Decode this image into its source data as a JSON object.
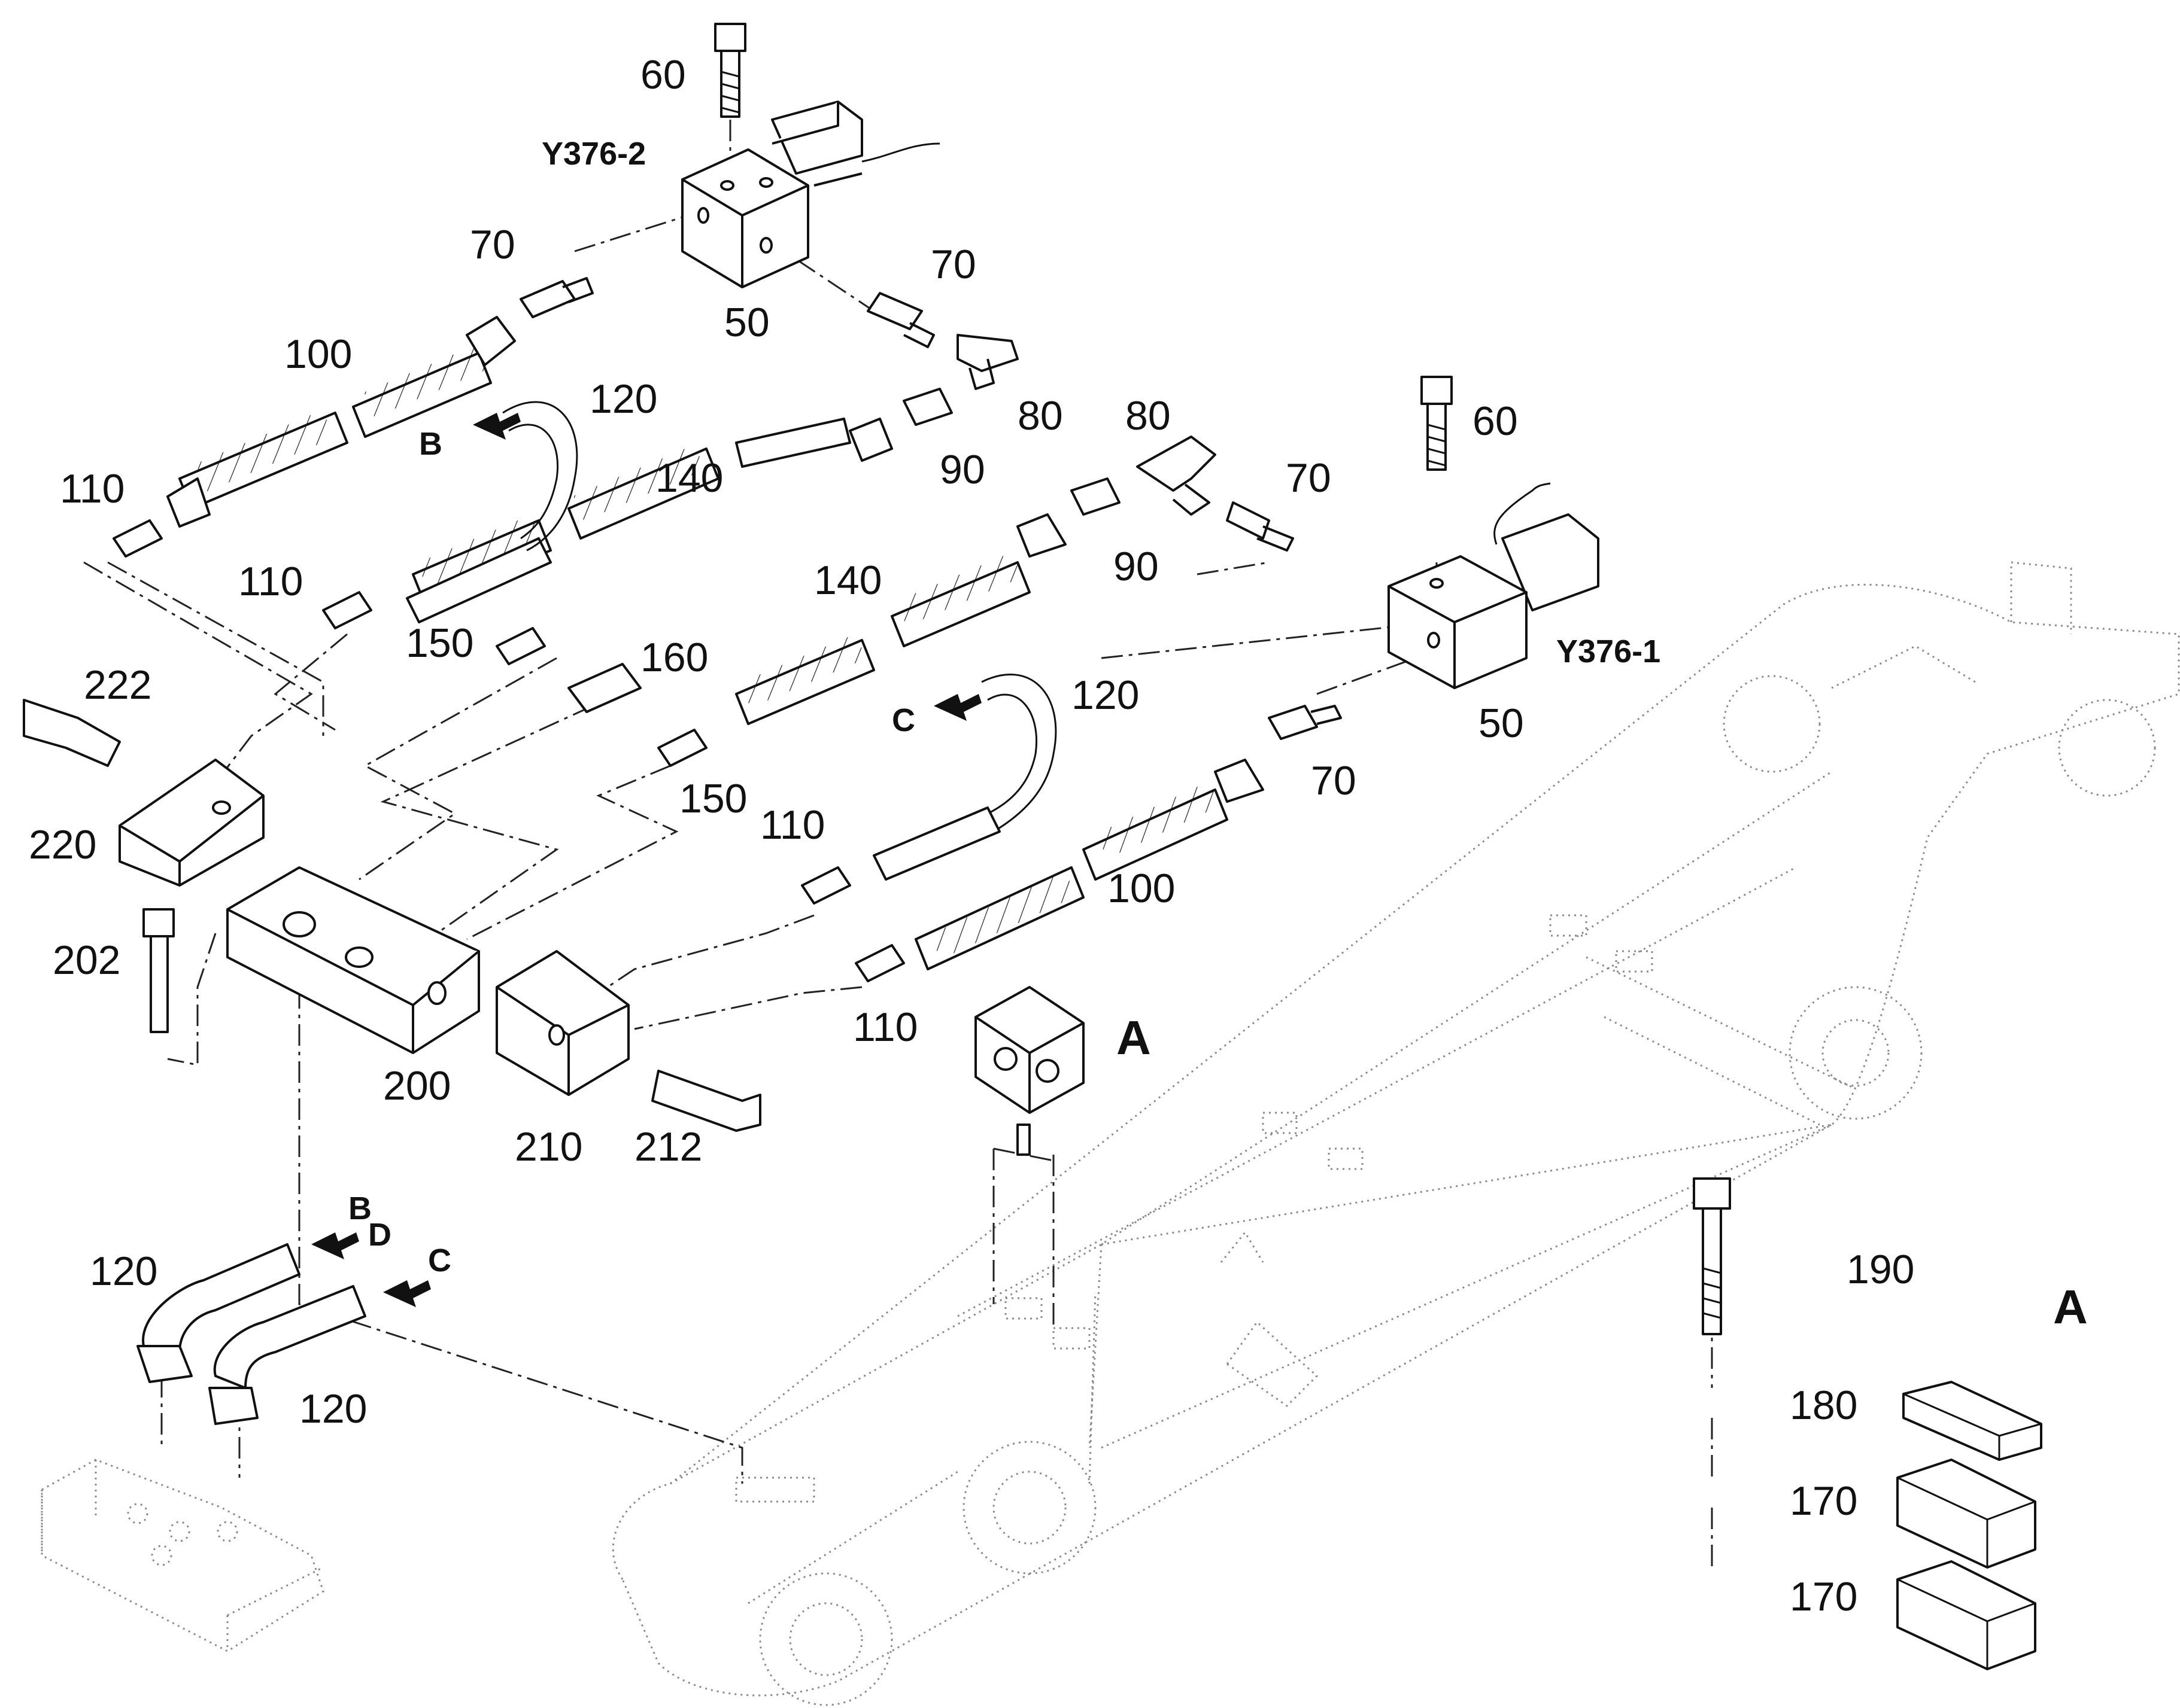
{
  "diagram": {
    "callouts": {
      "n60_top": "60",
      "y376_2": "Y376-2",
      "n70_a": "70",
      "n70_b": "70",
      "n50_top": "50",
      "n100_top": "100",
      "n120_top": "120",
      "b_arrow": "B",
      "n80_a": "80",
      "n80_b": "80",
      "n60_right": "60",
      "n110_a": "110",
      "n140_a": "140",
      "n90_a": "90",
      "n70_c": "70",
      "n90_b": "90",
      "n110_b": "110",
      "n150_a": "150",
      "n140_b": "140",
      "n160": "160",
      "y376_1": "Y376-1",
      "n222": "222",
      "n120_mid": "120",
      "c_arrow": "C",
      "n50_right": "50",
      "n220": "220",
      "n150_b": "150",
      "n110_c": "110",
      "n70_d": "70",
      "n100_mid": "100",
      "n202": "202",
      "a_view": "A",
      "n110_d": "110",
      "n200": "200",
      "n210": "210",
      "n212": "212",
      "n120_low1": "120",
      "b_low": "B",
      "d_low": "D",
      "c_low": "C",
      "n120_low2": "120",
      "n190": "190",
      "a_detail": "A",
      "n180": "180",
      "n170_a": "170",
      "n170_b": "170"
    }
  }
}
